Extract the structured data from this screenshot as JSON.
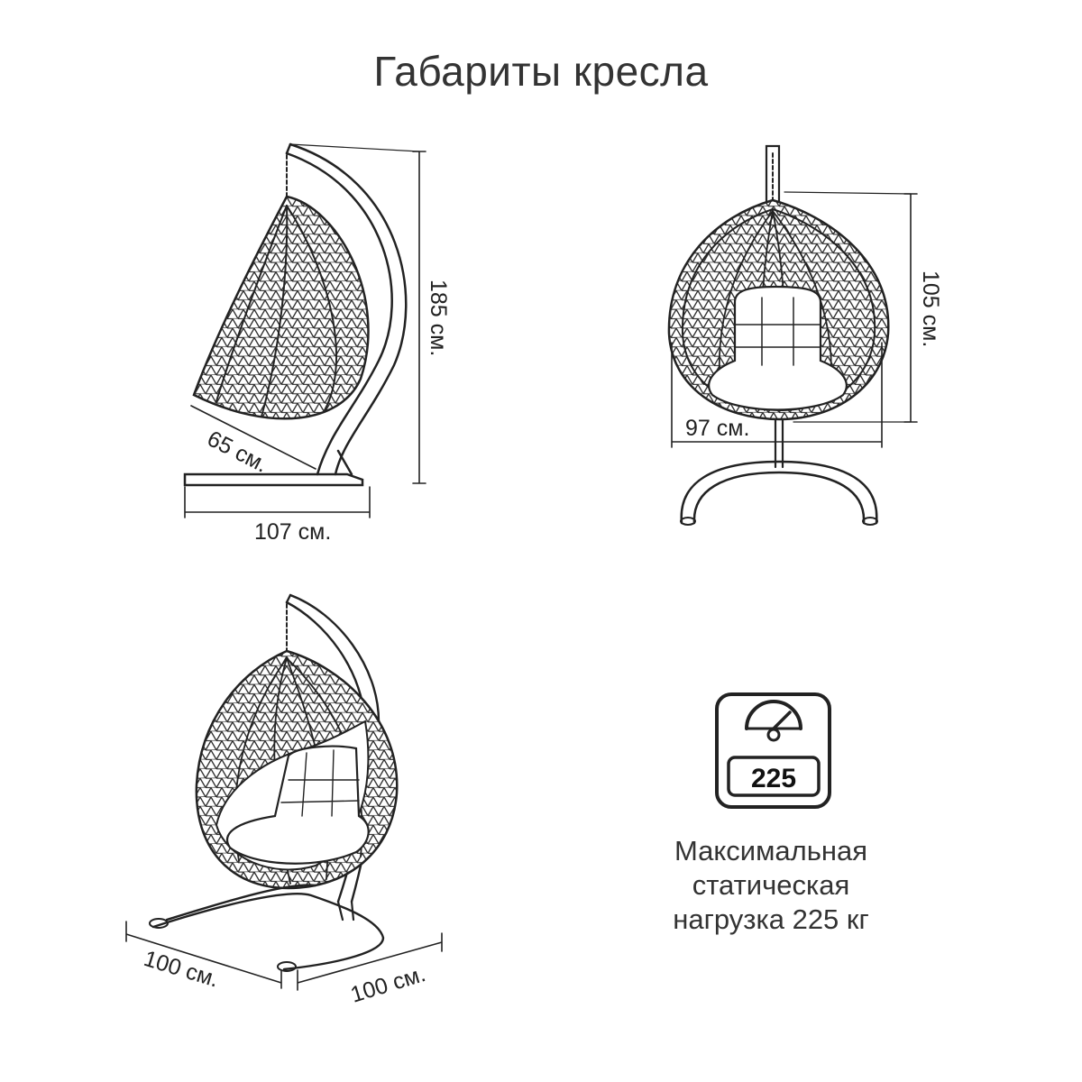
{
  "title": "Габариты кресла",
  "side_view": {
    "height_label": "185 см.",
    "depth_label": "65 см.",
    "base_label": "107 см."
  },
  "front_view": {
    "height_label": "105 см.",
    "width_label": "97 см."
  },
  "perspective_view": {
    "base_left_label": "100 см.",
    "base_right_label": "100 см."
  },
  "load": {
    "value": "225",
    "caption_lines": [
      "Максимальная",
      "статическая",
      "нагрузка 225 кг"
    ]
  },
  "colors": {
    "line": "#222222",
    "text": "#333333",
    "background": "#ffffff"
  }
}
